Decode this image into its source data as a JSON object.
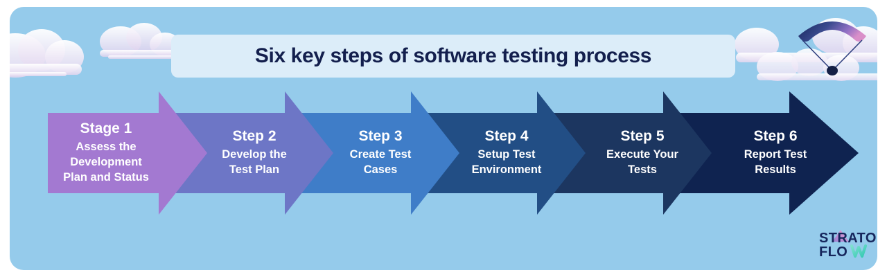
{
  "page": {
    "title": "Six key steps of software testing process",
    "background_color": "#95cbeb",
    "title_plate_color": "#dcedf9",
    "title_text_color": "#131f4d"
  },
  "steps": [
    {
      "title": "Stage 1",
      "description": "Assess the\nDevelopment\nPlan and Status",
      "color": "#a379d1"
    },
    {
      "title": "Step 2",
      "description": "Develop the\nTest Plan",
      "color": "#6d76c6"
    },
    {
      "title": "Step 3",
      "description": "Create Test\nCases",
      "color": "#3f7dc8"
    },
    {
      "title": "Step 4",
      "description": "Setup Test\nEnvironment",
      "color": "#224e85"
    },
    {
      "title": "Step 5",
      "description": "Execute Your\nTests",
      "color": "#1c3660"
    },
    {
      "title": "Step 6",
      "description": "Report Test\nResults",
      "color": "#0f2350"
    }
  ],
  "logo": {
    "line1": "STRATO",
    "line2": "FLOW",
    "text_color": "#16265c",
    "accent_color_pink": "#e38fd0",
    "accent_color_teal": "#5fd9c8"
  },
  "decorations": {
    "paraglider": "paraglider-icon",
    "clouds": "cloud-icon"
  }
}
